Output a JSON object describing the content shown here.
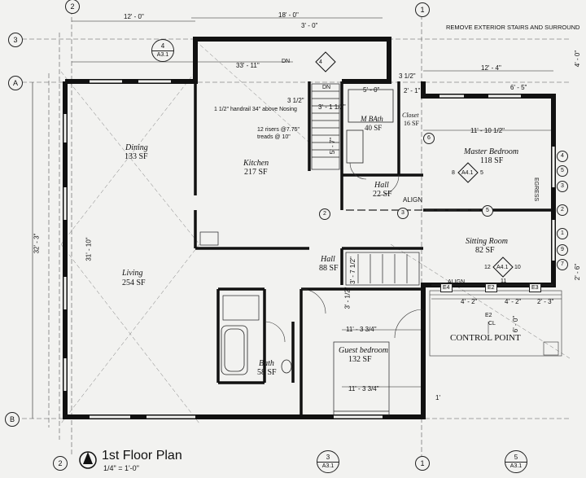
{
  "plan": {
    "title": "1st Floor Plan",
    "scale": "1/4\" = 1'-0\"",
    "remove_note": "REMOVE EXTERIOR STAIRS AND SURROUND",
    "handrail_note": "1 1/2\" handrail 34\" above Nosing",
    "stair_note_1": "12 risers @7.75\"",
    "stair_note_2": "treads @ 10\"",
    "control_point": "CONTROL POINT",
    "align_1": "ALIGN",
    "align_2": "ALIGN",
    "egress": "EGRESS",
    "dn_1": "DN",
    "dn_2": "DN"
  },
  "rooms": {
    "dining": {
      "name": "Dining",
      "area": "133 SF"
    },
    "kitchen": {
      "name": "Kitchen",
      "area": "217 SF"
    },
    "living": {
      "name": "Living",
      "area": "254 SF"
    },
    "mbath": {
      "name": "M BAth",
      "area": "40 SF"
    },
    "closet": {
      "name": "Closet",
      "area": "16 SF"
    },
    "hall_upper": {
      "name": "Hall",
      "area": "22 SF"
    },
    "master_bedroom": {
      "name": "Master Bedroom",
      "area": "118 SF"
    },
    "sitting_room": {
      "name": "Sitting Room",
      "area": "82 SF"
    },
    "hall_lower": {
      "name": "Hall",
      "area": "88 SF"
    },
    "guest_bedroom": {
      "name": "Guest bedroom",
      "area": "132 SF"
    },
    "bath": {
      "name": "Bath",
      "area": "58 SF"
    }
  },
  "dimensions": {
    "top_1": "12' - 0\"",
    "top_2": "18' - 0\"",
    "top_3": "3' - 0\"",
    "top_4": "33' - 11\"",
    "top_5": "12' - 4\"",
    "top_6": "6' - 5\"",
    "left_total": "32' - 3\"",
    "left_living": "31' - 10\"",
    "master_width": "11' - 10 1/2\"",
    "guest_width_1": "11' - 3 3/4\"",
    "guest_width_2": "11' - 3 3/4\"",
    "mbath_width": "5' - 0\"",
    "stair_1": "3 1/2\"",
    "stair_2": "3' - 1 1/2\"",
    "stair_3": "5' - 7\"",
    "hall_dim": "3' - 7 1/2\"",
    "hall_dim_2": "3' - 1/2\"",
    "sitting_1": "4' - 2\"",
    "sitting_2": "4' - 2\"",
    "sitting_3": "2' - 3\"",
    "right_1": "4' - 0\"",
    "right_2": "2' - 6\"",
    "bottom_1": "1'",
    "mbath_2": "3 1/2\"",
    "closet_dim": "2' - 1\"",
    "cl_dim": "6' - 0\""
  },
  "grid": {
    "g2_top": "2",
    "g2_mid": "2",
    "g1_top": "1",
    "g1_mid": "1",
    "g3": "3",
    "gA": "A",
    "gB": "B",
    "g2_bot": "2",
    "g1_bot": "1"
  },
  "tags": {
    "sec4": {
      "num": "4",
      "sheet": "A3.1"
    },
    "sec3": {
      "num": "3",
      "sheet": "A3.1"
    },
    "sec5": {
      "num": "5",
      "sheet": "A3.1"
    },
    "elev_master": "A4.1",
    "elev_sitting": "A4.1",
    "elev_top_4": "4",
    "elev_top_3": "3",
    "elev_top_2": "2",
    "mb_e": "5",
    "mb_w": "8",
    "mb_n": "7",
    "sit_w": "12",
    "sit_e": "10",
    "sit_s": "11",
    "sit_n": "9",
    "e4": "E4",
    "e2": "E2",
    "e3": "E3",
    "e2_ctrl": "E2",
    "cl": "CL",
    "w1": "1",
    "w2": "2",
    "w3": "3",
    "w4": "4",
    "w5": "5",
    "w6": "6",
    "w7": "7",
    "w8": "8",
    "w9": "9",
    "d2": "2",
    "d3": "3",
    "d5": "5",
    "d6": "6"
  }
}
